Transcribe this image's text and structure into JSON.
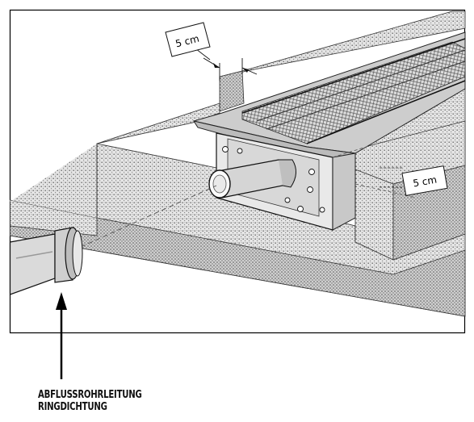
{
  "dimension_labels": {
    "top": "5 cm",
    "side": "5 cm"
  },
  "caption": {
    "line1": "ABFLUSSROHRLEITUNG",
    "line2": "RINGDICHTUNG"
  }
}
